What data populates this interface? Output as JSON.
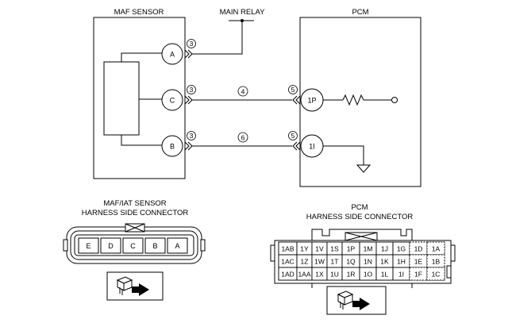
{
  "wiring": {
    "maf_sensor_label": "MAF SENSOR",
    "main_relay_label": "MAIN RELAY",
    "pcm_label": "PCM",
    "maf_pins": [
      "A",
      "C",
      "B"
    ],
    "pcm_pins": [
      "1P",
      "1I"
    ],
    "wire_circle_a": "3",
    "wire_circle_c": "3",
    "wire_circle_b": "3",
    "wire_circle_4": "4",
    "wire_circle_6": "6",
    "pcm_circle_1p": "5",
    "pcm_circle_1i": "5"
  },
  "maf_connector": {
    "title_line1": "MAF/IAT SENSOR",
    "title_line2": "HARNESS SIDE CONNECTOR",
    "terminals": [
      "E",
      "D",
      "C",
      "B",
      "A"
    ],
    "icon": "connector-arrow-icon"
  },
  "pcm_connector": {
    "title_line1": "PCM",
    "title_line2": "HARNESS SIDE CONNECTOR",
    "rows": [
      [
        "1AB",
        "1Y",
        "1V",
        "1S",
        "1P",
        "1M",
        "1J",
        "1G",
        "1D",
        "1A"
      ],
      [
        "1AC",
        "1Z",
        "1W",
        "1T",
        "1Q",
        "1N",
        "1K",
        "1H",
        "1E",
        "1B"
      ],
      [
        "1AD",
        "1AA",
        "1X",
        "1U",
        "1R",
        "1O",
        "1L",
        "1I",
        "1F",
        "1C"
      ]
    ],
    "icon": "connector-arrow-icon"
  }
}
